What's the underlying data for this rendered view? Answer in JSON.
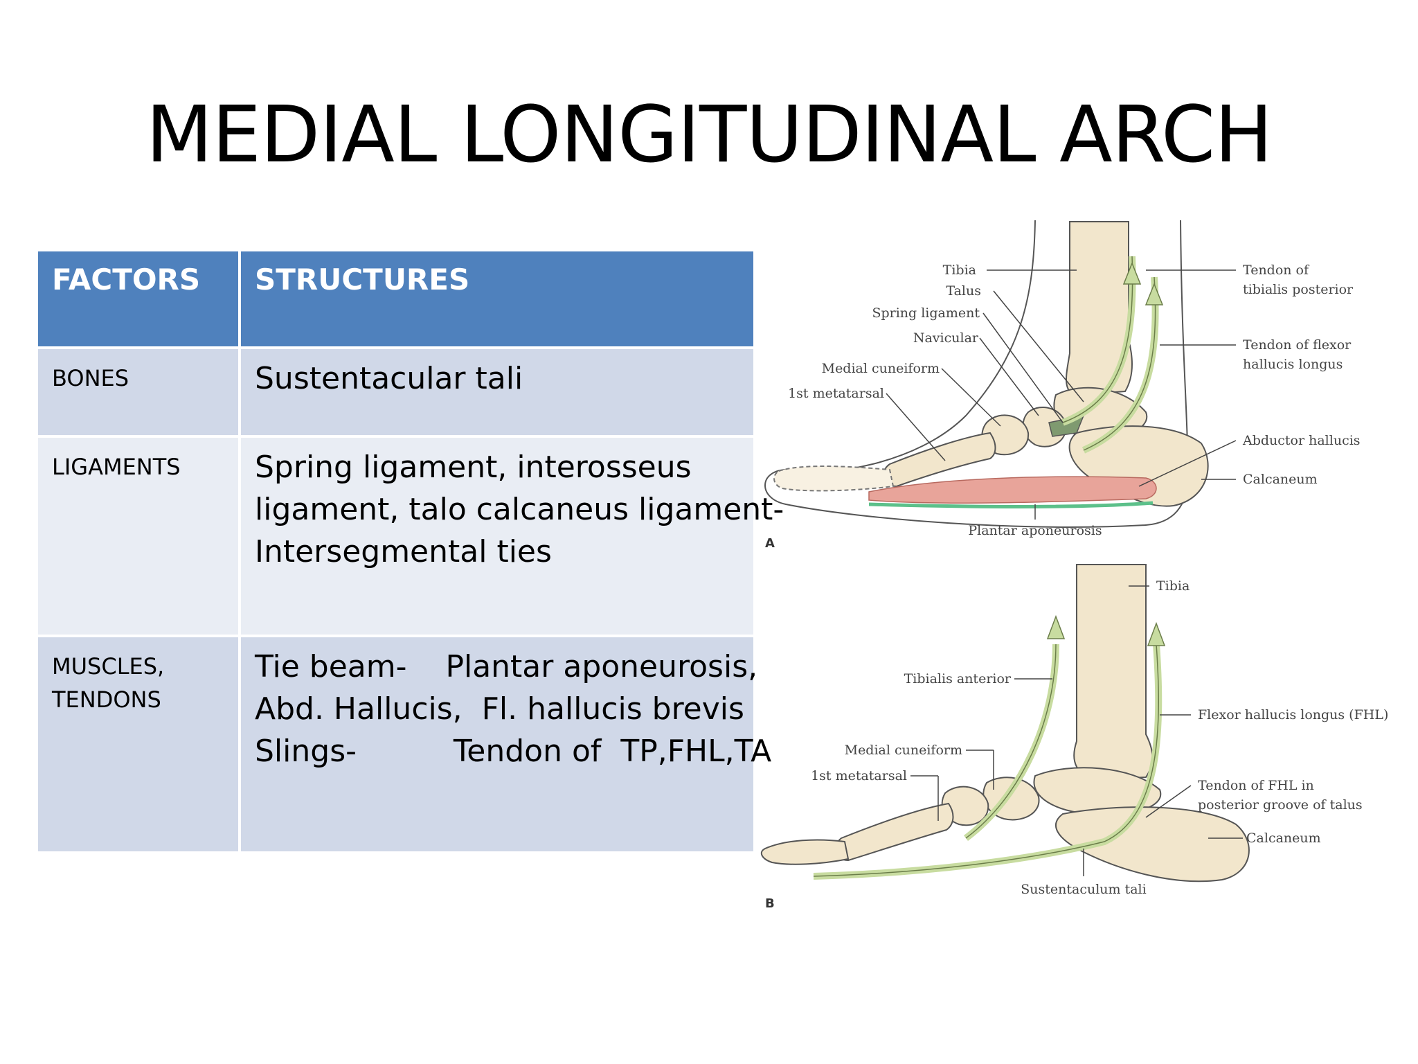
{
  "title": "MEDIAL LONGITUDINAL ARCH",
  "table": {
    "headers": [
      "FACTORS",
      "STRUCTURES"
    ],
    "rows": [
      {
        "factor": "BONES",
        "structure": "Sustentacular tali"
      },
      {
        "factor": "LIGAMENTS",
        "structure": "Spring ligament, interosseus\nligament, talo calcaneus ligament-\nIntersegmental ties"
      },
      {
        "factor": "MUSCLES,\nTENDONS",
        "structure": "Tie beam-    Plantar aponeurosis,\nAbd. Hallucis,  Fl. hallucis brevis\nSlings-          Tendon of  TP,FHL,TA"
      }
    ]
  },
  "figure_a": {
    "panel_label": "A",
    "labels": {
      "tibia": "Tibia",
      "talus": "Talus",
      "spring_ligament": "Spring ligament",
      "navicular": "Navicular",
      "medial_cuneiform": "Medial cuneiform",
      "first_metatarsal": "1st metatarsal",
      "tendon_tp": "Tendon of\ntibialis posterior",
      "tendon_fhl": "Tendon of flexor\nhallucis longus",
      "abductor_hallucis": "Abductor hallucis",
      "calcaneum": "Calcaneum",
      "plantar_aponeurosis": "Plantar aponeurosis"
    }
  },
  "figure_b": {
    "panel_label": "B",
    "labels": {
      "tibia": "Tibia",
      "tibialis_anterior": "Tibialis anterior",
      "fhl": "Flexor hallucis longus (FHL)",
      "medial_cuneiform": "Medial cuneiform",
      "first_metatarsal": "1st metatarsal",
      "tendon_fhl_groove": "Tendon of FHL in\nposterior groove of talus",
      "calcaneum": "Calcaneum",
      "sustentaculum": "Sustentaculum tali"
    }
  },
  "colors": {
    "header_blue": "#4f81bd",
    "row_dark": "#d0d8e8",
    "row_light": "#e9edf4",
    "bone": "#f2e6cc",
    "tendon": "#c8dca0",
    "muscle": "#e8a49a",
    "aponeurosis": "#5cc08a"
  }
}
